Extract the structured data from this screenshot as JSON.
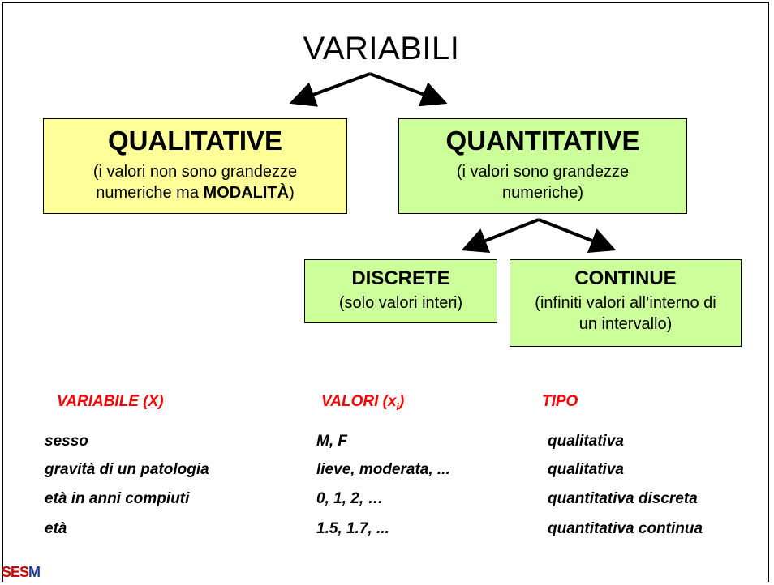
{
  "diagram": {
    "title": "VARIABILI",
    "qualitative": {
      "head": "QUALITATIVE",
      "desc_line1": "(i valori non sono grandezze",
      "desc_line2_pre": "numeriche ma ",
      "desc_line2_bold": "MODALITÀ",
      "desc_line2_post": ")"
    },
    "quantitative": {
      "head": "QUANTITATIVE",
      "desc_line1": "(i valori sono grandezze",
      "desc_line2": "numeriche)"
    },
    "discrete": {
      "head": "DISCRETE",
      "desc_line1": "(solo valori interi)"
    },
    "continuous": {
      "head": "CONTINUE",
      "desc_line1": "(infiniti valori all’interno di",
      "desc_line2": "un intervallo)"
    },
    "colors": {
      "qualitative_fill": "#ffff99",
      "quantitative_fill": "#ccff99",
      "header_text": "#ff0000"
    }
  },
  "table": {
    "headers": {
      "variable": "VARIABILE (X)",
      "values_main": "VALORI (x",
      "values_sub": "i",
      "values_close": ")",
      "type": "TIPO"
    },
    "rows": [
      {
        "variable": "sesso",
        "values": "M, F",
        "type": "qualitativa"
      },
      {
        "variable": "gravità di un patologia",
        "values": "lieve, moderata, ...",
        "type": "qualitativa"
      },
      {
        "variable": "età in anni compiuti",
        "values": "0, 1, 2, …",
        "type": "quantitativa discreta"
      },
      {
        "variable": "età",
        "values": "1.5, 1.7, ...",
        "type": "quantitativa continua"
      }
    ]
  },
  "logo": {
    "text_a": "SES",
    "text_b": "M"
  }
}
